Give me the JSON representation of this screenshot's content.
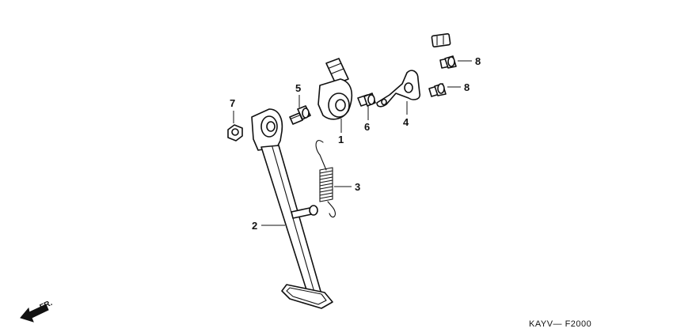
{
  "callouts": {
    "c1": "1",
    "c2": "2",
    "c3": "3",
    "c4": "4",
    "c5": "5",
    "c6": "6",
    "c7": "7",
    "c8a": "8",
    "c8b": "8"
  },
  "direction_label": "FR.",
  "diagram_code": "KAYV— F2000"
}
